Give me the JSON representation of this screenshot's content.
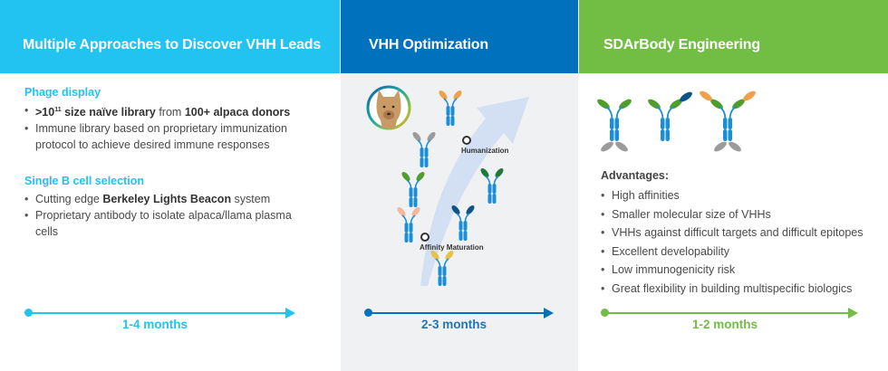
{
  "columns": [
    {
      "title": "Multiple Approaches to Discover VHH Leads",
      "accent": "#22c2f1",
      "sections": [
        {
          "title": "Phage display",
          "bullets": [
            {
              "bold_prefix": ">10",
              "sup": "11",
              "bold_rest": " size naïve library",
              "text": " from ",
              "bold_suffix": "100+ alpaca donors"
            },
            {
              "text": "Immune library based on proprietary immunization protocol to achieve desired immune responses"
            }
          ]
        },
        {
          "title": "Single B cell selection",
          "bullets": [
            {
              "text_before": "Cutting edge ",
              "bold": "Berkeley Lights Beacon",
              "text_after": " system"
            },
            {
              "text": "Proprietary antibody to isolate alpaca/llama plasma cells"
            }
          ]
        }
      ],
      "timeline": "1-4 months"
    },
    {
      "title": "VHH Optimization",
      "accent": "#0071bc",
      "steps": [
        "Humanization",
        "Affinity Maturation"
      ],
      "icons": [
        "alpaca-avatar-icon",
        "antibody-icon",
        "curved-arrow-icon"
      ],
      "timeline": "2-3 months"
    },
    {
      "title": "SDArBody Engineering",
      "accent": "#72bd43",
      "advantages_title": "Advantages:",
      "advantages": [
        "High affinities",
        "Smaller molecular size of VHHs",
        "VHHs against difficult targets and difficult epitopes",
        "Excellent developability",
        "Low immunogenicity risk",
        "Great flexibility in building multispecific biologics"
      ],
      "timeline": "1-2 months"
    }
  ],
  "colors": {
    "antibody_body": "#1b8fd6",
    "domain_gray": "#9b9b9b",
    "domain_green": "#4f9d2d",
    "domain_dark_green": "#1f7a3a",
    "domain_navy": "#0b5488",
    "domain_orange": "#f0a04b",
    "domain_peach": "#f1b89a",
    "domain_yellow": "#e8c14a",
    "arrow_fill": "#d3e0f3"
  }
}
